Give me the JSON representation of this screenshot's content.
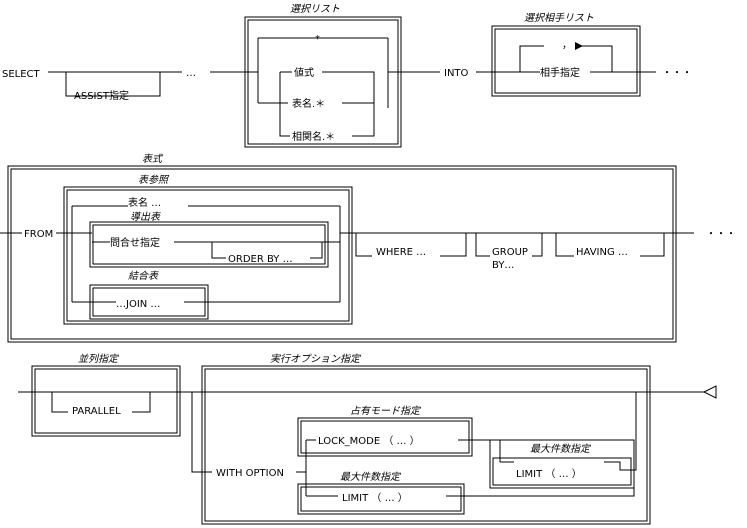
{
  "select_clause": {
    "select_kw": "SELECT",
    "assist": "ASSIST指定",
    "dots1": "…",
    "select_list_title": "選択リスト",
    "star": "*",
    "expr": "値式",
    "table_star": "表名.＊",
    "corr_star": "相関名.＊",
    "into_kw": "INTO",
    "target_title": "選択相手リスト",
    "comma": "，",
    "target": "相手指定",
    "dots2": "・・・"
  },
  "from_clause": {
    "table_expr_title": "表式",
    "from_kw": "FROM",
    "table_ref_title": "表参照",
    "table_name": "表名 …",
    "derived_title": "導出表",
    "query_spec": "問合せ指定",
    "order_by": "ORDER BY …",
    "join_title": "結合表",
    "join": "…JOIN …",
    "where": "WHERE …",
    "group_by_1": "GROUP",
    "group_by_2": "BY…",
    "having": "HAVING …",
    "dots": "・・・"
  },
  "option_clause": {
    "parallel_title": "並列指定",
    "parallel": "PARALLEL",
    "exec_title": "実行オプション指定",
    "with_option": "WITH OPTION",
    "lock_title": "占有モード指定",
    "lock_mode": "LOCK_MODE （ … ）",
    "max_rows_title_1": "最大件数指定",
    "limit_1": "LIMIT （ … ）",
    "max_rows_title_2": "最大件数指定",
    "limit_2": "LIMIT （ … ）"
  }
}
